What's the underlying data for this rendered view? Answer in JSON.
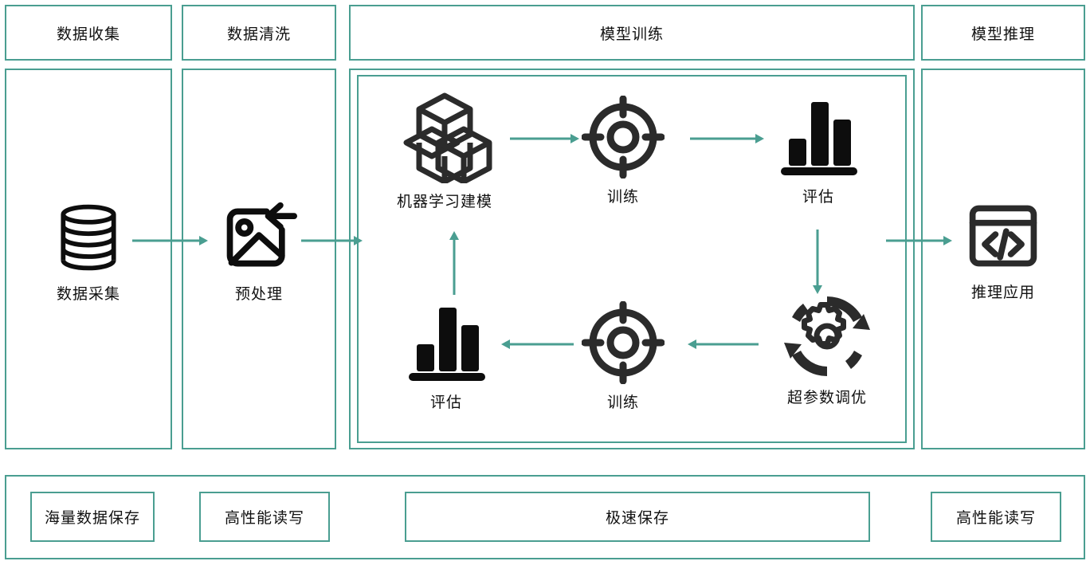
{
  "theme": {
    "accent": "#4a9e91",
    "ink": "#111111",
    "icon": "#2b2b2b",
    "background": "#ffffff"
  },
  "diagram": {
    "title_row": [
      {
        "label": "数据收集",
        "name": "stage-header-data-collection"
      },
      {
        "label": "数据清洗",
        "name": "stage-header-data-cleaning"
      },
      {
        "label": "模型训练",
        "name": "stage-header-model-training"
      },
      {
        "label": "模型推理",
        "name": "stage-header-model-inference"
      }
    ],
    "nodes": {
      "data_acquisition": {
        "label": "数据采集",
        "icon": "database-icon"
      },
      "preprocessing": {
        "label": "预处理",
        "icon": "image-import-icon"
      },
      "ml_modeling": {
        "label": "机器学习建模",
        "icon": "cubes-icon"
      },
      "training_top": {
        "label": "训练",
        "icon": "target-icon"
      },
      "evaluation_top": {
        "label": "评估",
        "icon": "bar-chart-icon"
      },
      "hyperparam_tuning": {
        "label": "超参数调优",
        "icon": "gear-refresh-icon"
      },
      "training_bottom": {
        "label": "训练",
        "icon": "target-icon"
      },
      "evaluation_bottom": {
        "label": "评估",
        "icon": "bar-chart-icon"
      },
      "inference_app": {
        "label": "推理应用",
        "icon": "code-window-icon"
      }
    },
    "flow_arrows": [
      {
        "name": "arrow-collection-to-cleaning",
        "direction": "right"
      },
      {
        "name": "arrow-cleaning-to-training",
        "direction": "right"
      },
      {
        "name": "arrow-modeling-to-training",
        "direction": "right"
      },
      {
        "name": "arrow-training-to-evaluation",
        "direction": "right"
      },
      {
        "name": "arrow-evaluation-to-tuning",
        "direction": "down"
      },
      {
        "name": "arrow-tuning-to-training2",
        "direction": "left"
      },
      {
        "name": "arrow-training2-to-evaluation2",
        "direction": "left"
      },
      {
        "name": "arrow-evaluation2-to-modeling",
        "direction": "up"
      },
      {
        "name": "arrow-training-to-inference",
        "direction": "right"
      }
    ],
    "storage_row": [
      {
        "label": "海量数据保存",
        "name": "storage-item-massive-data-storage"
      },
      {
        "label": "高性能读写",
        "name": "storage-item-high-performance-io-left"
      },
      {
        "label": "极速保存",
        "name": "storage-item-fast-save"
      },
      {
        "label": "高性能读写",
        "name": "storage-item-high-performance-io-right"
      }
    ]
  }
}
